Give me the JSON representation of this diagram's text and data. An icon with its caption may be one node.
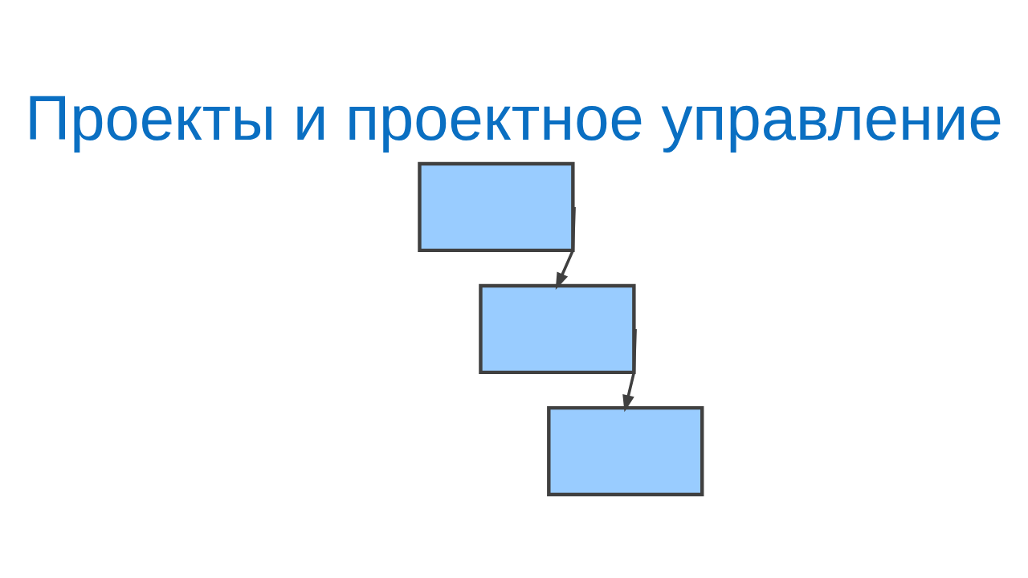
{
  "diagram": {
    "title": "Проекты и проектное управление",
    "nodes": [
      {
        "text": [],
        "shape": "box"
      },
      {
        "text": [],
        "shape": "box"
      },
      {
        "text": [],
        "shape": "box"
      }
    ],
    "edges": [
      {
        "from": 0,
        "to": 1,
        "arrow": "to"
      },
      {
        "from": 1,
        "to": 2,
        "arrow": "to"
      }
    ]
  }
}
